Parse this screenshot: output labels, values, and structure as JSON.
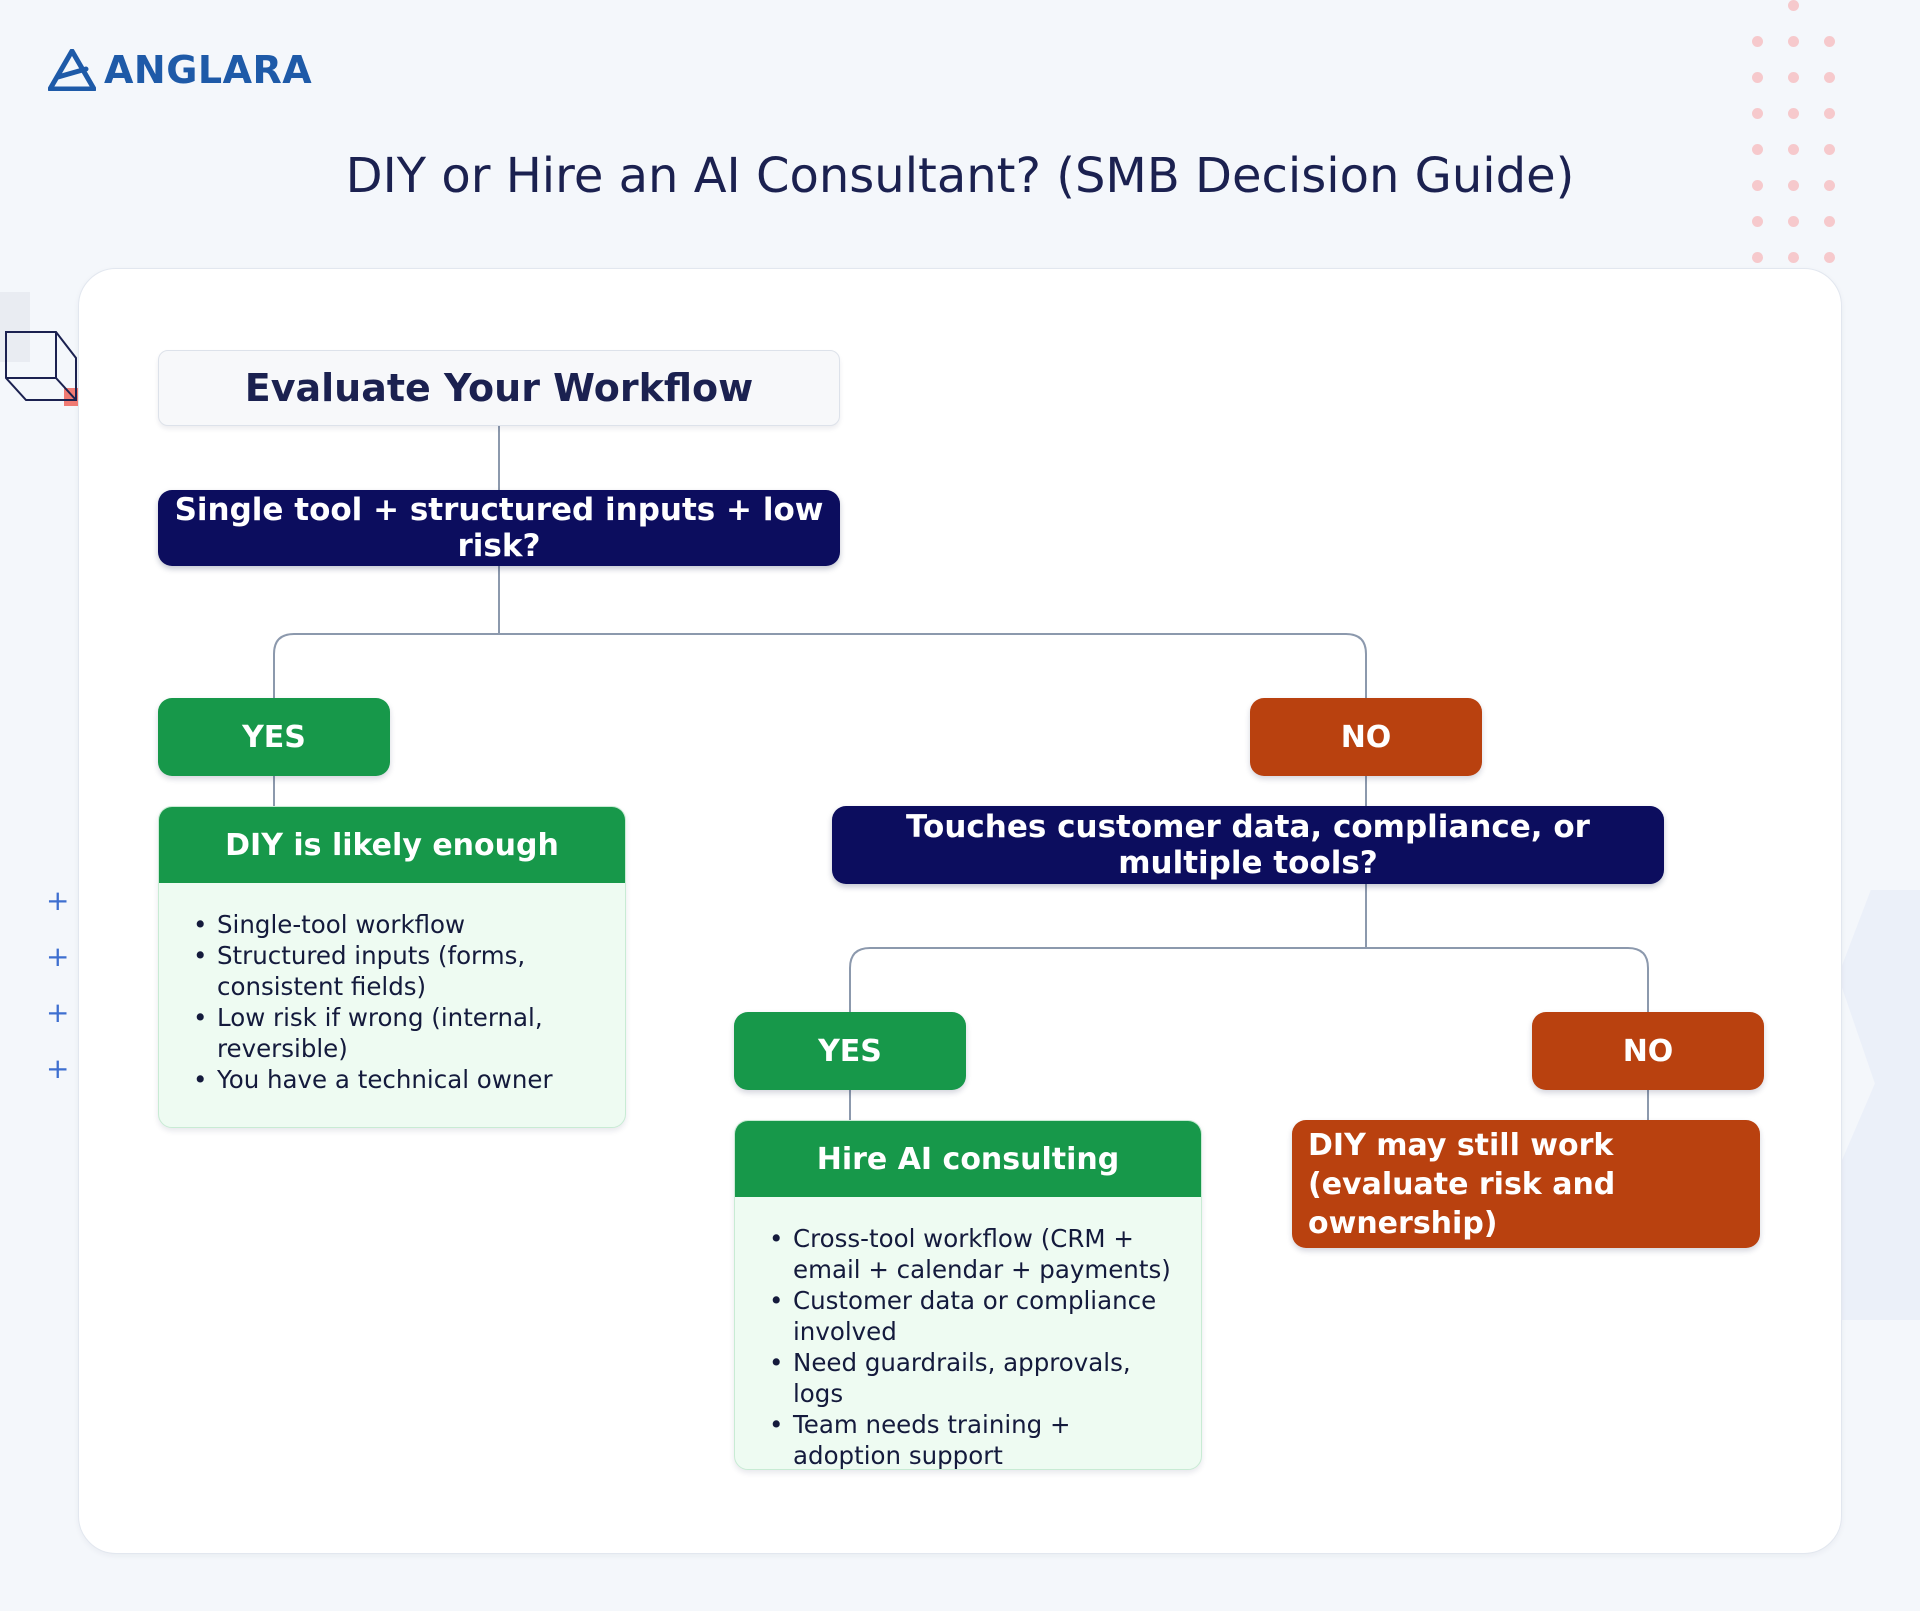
{
  "brand": {
    "name": "ANGLARA"
  },
  "title": "DIY or Hire an AI Consultant? (SMB Decision Guide)",
  "flowchart": {
    "start": "Evaluate Your Workflow",
    "question1": "Single tool + structured inputs + low risk?",
    "yes_label": "YES",
    "no_label": "NO",
    "diy_outcome": {
      "title": "DIY is likely enough",
      "points": [
        "Single-tool workflow",
        "Structured inputs (forms, consistent fields)",
        "Low risk if wrong (internal, reversible)",
        "You have a technical owner"
      ]
    },
    "question2": "Touches customer data, compliance, or multiple tools?",
    "hire_outcome": {
      "title": "Hire AI consulting",
      "points": [
        "Cross-tool workflow (CRM + email + calendar + payments)",
        "Customer data or compliance involved",
        "Need guardrails, approvals, logs",
        "Team needs training + adoption support"
      ]
    },
    "diy_maybe": {
      "line1": "DIY may still work",
      "line2": "(evaluate risk and ownership)"
    }
  },
  "colors": {
    "question": "#0c0d5e",
    "yes": "#17984a",
    "no": "#b9410f",
    "brand": "#1e5aa8",
    "outcome_bg": "#eefbf2"
  },
  "icons": [
    "anglara-logo-icon",
    "cube-icon",
    "plus-icon",
    "dot-grid-decoration"
  ]
}
